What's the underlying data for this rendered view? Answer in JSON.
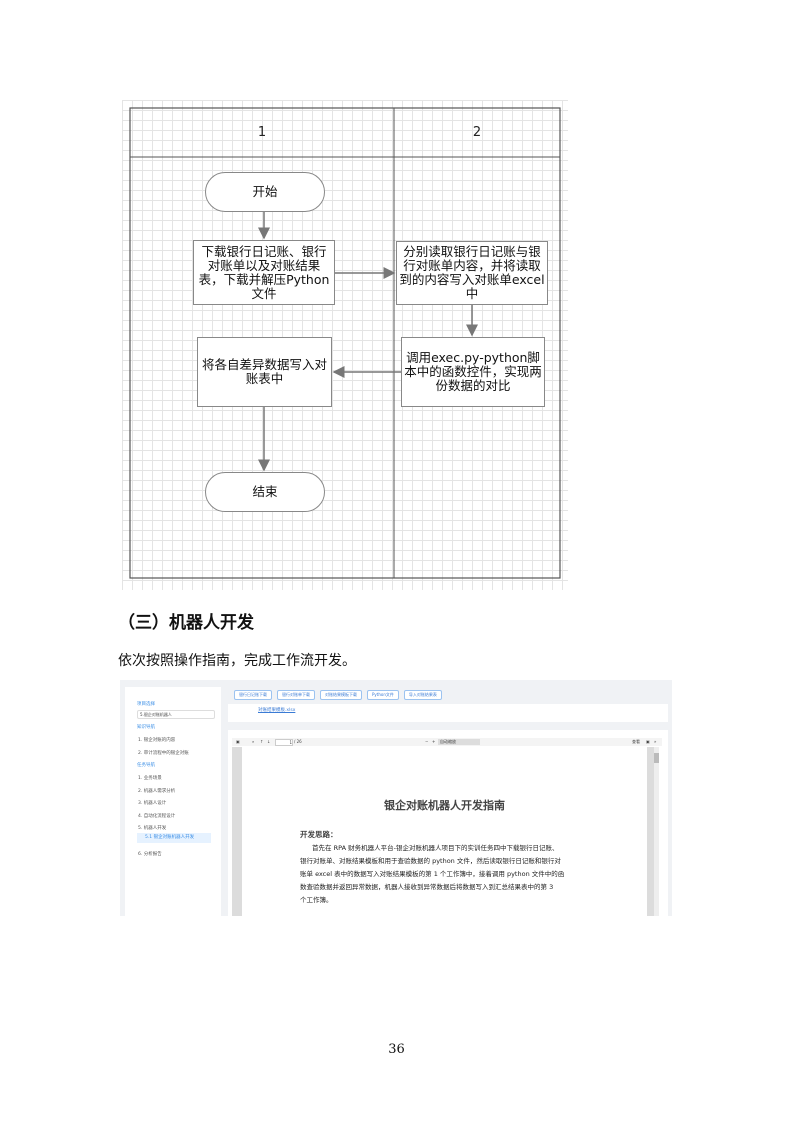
{
  "flowchart": {
    "lanes": [
      "1",
      "2"
    ],
    "start": "开始",
    "step1": "下载银行日记账、银行对账单以及对账结果表，下载并解压Python文件",
    "step2": "分别读取银行日记账与银行对账单内容，并将读取到的内容写入对账单excel中",
    "step3": "调用exec.py-python脚本中的函数控件，实现两份数据的对比",
    "step4": "将各自差异数据写入对账表中",
    "end": "结束"
  },
  "section_heading": "（三）机器人开发",
  "paragraph": "依次按照操作指南，完成工作流开发。",
  "screenshot": {
    "sidebar": {
      "project_title": "项目选择",
      "project_select": "5.银企对账机器人",
      "knowledge_nav": "知识导航",
      "knowledge_items": [
        "1. 银企对账的内容",
        "2. 审计流程中的银企对账"
      ],
      "task_nav": "任务导航",
      "task_items": [
        "1. 业务场景",
        "2. 机器人需求分析",
        "3. 机器人设计",
        "4. 自动化流程设计",
        "5. 机器人开发"
      ],
      "active_item": "5.1 银企对账机器人开发",
      "last_item": "6. 分析报告"
    },
    "buttons": [
      "银行日记账下载",
      "银行对账单下载",
      "对账结果模板下载",
      "Python文件",
      "导入对账结果表"
    ],
    "file_link": "对账结果模板.xlsx",
    "pdf_toolbar": {
      "page": "1",
      "total": "/ 26",
      "zoom": "自动缩放",
      "right_label": "查看"
    },
    "pdf": {
      "title": "银企对账机器人开发指南",
      "subtitle": "开发思路：",
      "lines": [
        "首先在 RPA 财务机器人平台-银企对账机器人项目下的实训任务四中下载银行日记账、",
        "银行对账单、对账结果模板和用于查验数据的 python 文件，然后读取银行日记账和银行对",
        "账单 excel 表中的数据写入对账结果模板的第 1 个工作簿中，接着调用 python 文件中的函",
        "数查验数据并返回异常数据，机器人接收到异常数据后将数据写入到汇总结果表中的第 3",
        "个工作簿。"
      ]
    }
  },
  "page_number": "36"
}
